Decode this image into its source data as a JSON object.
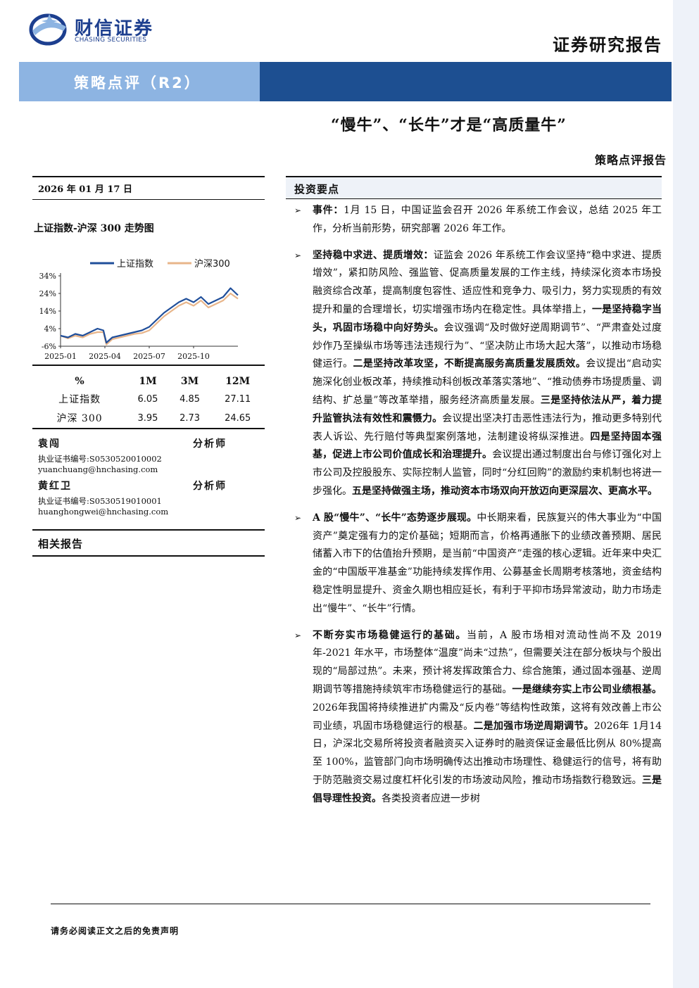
{
  "header": {
    "logo_cn": "财信证券",
    "logo_en": "CHASING SECURITIES",
    "report_type": "证券研究报告",
    "band_label": "策略点评（R2）"
  },
  "title": "“慢牛”、“长牛”才是“高质量牛”",
  "subtitle": "策略点评报告",
  "date": "2026 年 01 月 17 日",
  "chart_section_title": "上证指数-沪深 300 走势图",
  "chart_data": {
    "type": "line",
    "title": "",
    "legend_position": "top",
    "x_tick_labels": [
      "2025-01",
      "2025-04",
      "2025-07",
      "2025-10"
    ],
    "y_tick_labels": [
      "34%",
      "24%",
      "14%",
      "4%",
      "-6%"
    ],
    "ylim": [
      -6,
      34
    ],
    "x_range": [
      0,
      12
    ],
    "series": [
      {
        "name": "上证指数",
        "color": "#1f4e9a",
        "x": [
          0,
          0.5,
          1,
          1.5,
          2,
          2.5,
          2.9,
          3.1,
          3.5,
          4,
          4.5,
          5,
          5.5,
          6,
          6.5,
          7,
          7.5,
          8,
          8.5,
          9,
          9.5,
          10,
          10.5,
          11,
          11.5,
          12
        ],
        "y": [
          0,
          -1,
          1,
          0,
          2,
          4,
          3,
          -4,
          -1,
          0,
          1,
          2,
          3,
          5,
          9,
          13,
          16,
          19,
          21,
          19,
          22,
          18,
          20,
          22,
          27,
          23
        ]
      },
      {
        "name": "沪深300",
        "color": "#e8b58a",
        "x": [
          0,
          0.5,
          1,
          1.5,
          2,
          2.5,
          2.9,
          3.1,
          3.5,
          4,
          4.5,
          5,
          5.5,
          6,
          6.5,
          7,
          7.5,
          8,
          8.5,
          9,
          9.5,
          10,
          10.5,
          11,
          11.5,
          12
        ],
        "y": [
          0,
          -1.5,
          0,
          -1,
          1,
          2,
          2,
          -5,
          -2,
          -1,
          0,
          1,
          1.5,
          3,
          7,
          11,
          14,
          17,
          19,
          17,
          20,
          16,
          18,
          20,
          24,
          21
        ]
      }
    ]
  },
  "perf_table": {
    "headers": [
      "%",
      "1M",
      "3M",
      "12M"
    ],
    "rows": [
      [
        "上证指数",
        "6.05",
        "4.85",
        "27.11"
      ],
      [
        "沪深 300",
        "3.95",
        "2.73",
        "24.65"
      ]
    ]
  },
  "analysts": [
    {
      "name": "袁闯",
      "role": "分析师",
      "cert": "执业证书编号:S0530520010002",
      "email": "yuanchuang@hnchasing.com"
    },
    {
      "name": "黄红卫",
      "role": "分析师",
      "cert": "执业证书编号:S0530519010001",
      "email": "huanghongwei@hnchasing.com"
    }
  ],
  "related_reports": "相关报告",
  "investment_points": {
    "heading": "投资要点",
    "bullet_marker": "➢",
    "items": [
      [
        {
          "b": true,
          "t": "事件："
        },
        {
          "b": false,
          "t": "1月 15 日，中国证监会召开 2026 年系统工作会议，总结 2025 年工作，分析当前形势，研究部署 2026 年工作。"
        }
      ],
      [
        {
          "b": true,
          "t": "坚持稳中求进、提质增效："
        },
        {
          "b": false,
          "t": "证监会 2026 年系统工作会议坚持“稳中求进、提质增效”，紧扣防风险、强监管、促高质量发展的工作主线，持续深化资本市场投融资综合改革，提高制度包容性、适应性和竞争力、吸引力，努力实现质的有效提升和量的合理增长，切实增强市场内在稳定性。具体举措上，"
        },
        {
          "b": true,
          "t": "一是坚持稳字当头，巩固市场稳中向好势头。"
        },
        {
          "b": false,
          "t": "会议强调“及时做好逆周期调节”、“严肃查处过度炒作乃至操纵市场等违法违规行为”、“坚决防止市场大起大落”，以推动市场稳健运行。"
        },
        {
          "b": true,
          "t": "二是坚持改革攻坚，不断提高服务高质量发展质效。"
        },
        {
          "b": false,
          "t": "会议提出“启动实施深化创业板改革，持续推动科创板改革落实落地”、“推动债券市场提质量、调结构、扩总量”等改革举措，服务经济高质量发展。"
        },
        {
          "b": true,
          "t": "三是坚持依法从严，着力提升监管执法有效性和震慑力。"
        },
        {
          "b": false,
          "t": "会议提出坚决打击恶性违法行为，推动更多特别代表人诉讼、先行赔付等典型案例落地，法制建设将纵深推进。"
        },
        {
          "b": true,
          "t": "四是坚持固本强基，促进上市公司价值成长和治理提升。"
        },
        {
          "b": false,
          "t": "会议提出通过制度出台与修订强化对上市公司及控股股东、实际控制人监管，同时“分红回购”的激励约束机制也将进一步强化。"
        },
        {
          "b": true,
          "t": "五是坚持做强主场，推动资本市场双向开放迈向更深层次、更高水平。"
        }
      ],
      [
        {
          "b": true,
          "t": "A 股“慢牛”、“长牛”态势逐步展现。"
        },
        {
          "b": false,
          "t": "中长期来看，民族复兴的伟大事业为“中国资产”奠定强有力的定价基础；短期而言，价格再通胀下的业绩改善预期、居民储蓄入市下的估值抬升预期，是当前“中国资产”走强的核心逻辑。近年来中央汇金的“中国版平准基金”功能持续发挥作用、公募基金长周期考核落地，资金结构稳定性明显提升、资金久期也相应延长，有利于平抑市场异常波动，助力市场走出“慢牛”、“长牛”行情。"
        }
      ],
      [
        {
          "b": true,
          "t": "不断夯实市场稳健运行的基础。"
        },
        {
          "b": false,
          "t": "当前，A 股市场相对流动性尚不及 2019 年-2021 年水平，市场整体“温度”尚未“过热”，但需要关注在部分板块与个股出现的“局部过热”。未来，预计将发挥政策合力、综合施策，通过固本强基、逆周期调节等措施持续筑牢市场稳健运行的基础。"
        },
        {
          "b": true,
          "t": "一是继续夯实上市公司业绩根基。"
        },
        {
          "b": false,
          "t": "2026年我国将持续推进扩内需及“反内卷”等结构性政策，这将有效改善上市公司业绩，巩固市场稳健运行的根基。"
        },
        {
          "b": true,
          "t": "二是加强市场逆周期调节。"
        },
        {
          "b": false,
          "t": "2026年 1月14日，沪深北交易所将投资者融资买入证券时的融资保证金最低比例从 80%提高至 100%，监管部门向市场明确传达出推动市场理性、稳健运行的信号，将有助于防范融资交易过度杠杆化引发的市场波动风险，推动市场指数行稳致远。"
        },
        {
          "b": true,
          "t": "三是倡导理性投资。"
        },
        {
          "b": false,
          "t": "各类投资者应进一步树"
        }
      ]
    ]
  },
  "footer": "请务必阅读正文之后的免责声明"
}
